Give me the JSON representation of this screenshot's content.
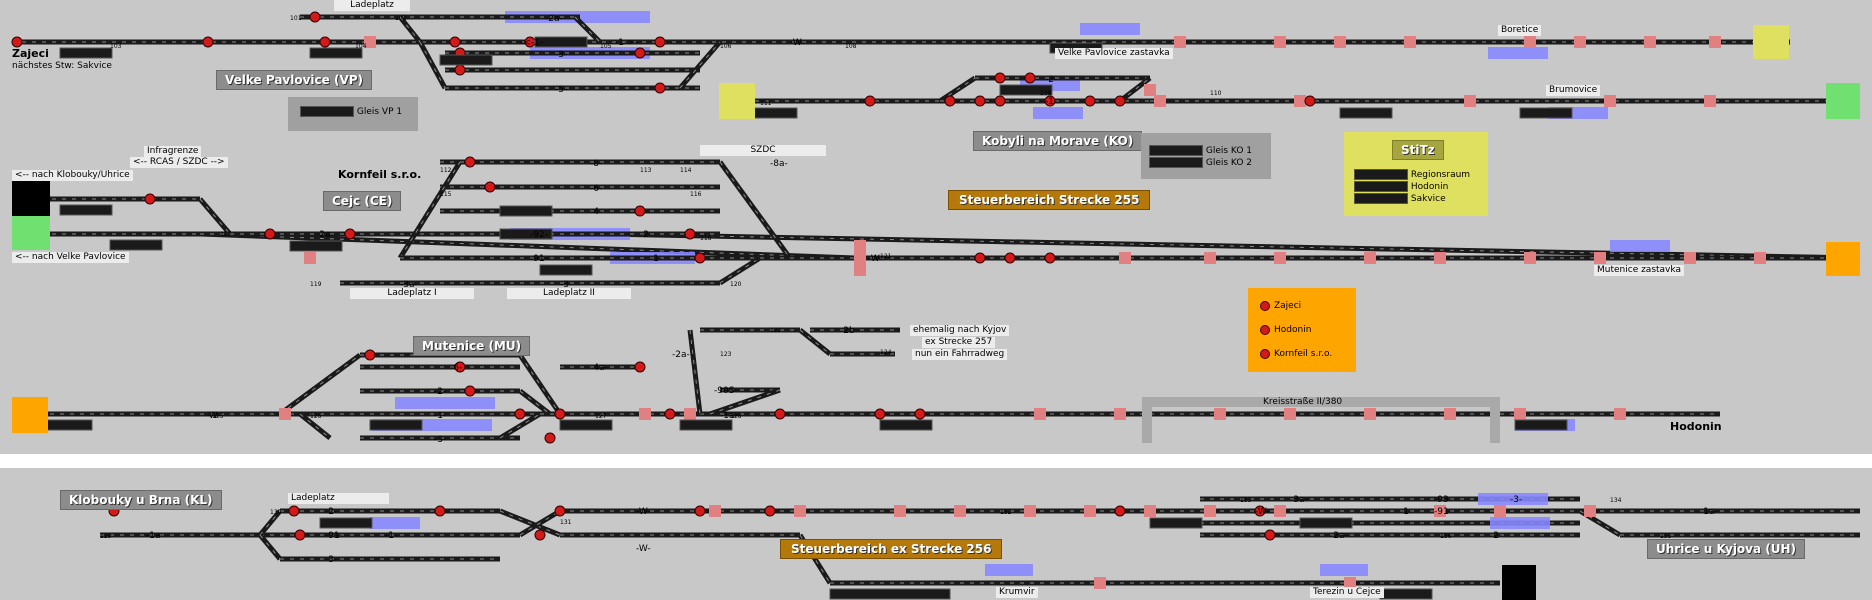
{
  "colors": {
    "background": "#c8c8c8",
    "track": "#1a1a1a",
    "occupied_track": "#8888ff",
    "signal_red": "#d21a1a",
    "signal_green": "#2a8a2a",
    "highlight_yellow": "#e0e060",
    "highlight_green": "#70e070",
    "highlight_orange": "#ffa500",
    "steuerbereich": "#b5780a",
    "station_box": "#8c8c8c"
  },
  "stations": {
    "zajeci": "Zajeci",
    "zajeci_sub": "nächstes Stw: Sakvice",
    "velke_pavlovice": "Velke Pavlovice (VP)",
    "kornfeil": "Kornfeil s.r.o.",
    "cejc": "Cejc (CE)",
    "kobyli": "Kobyli na Morave (KO)",
    "stitz": "StiTz",
    "mutenice": "Mutenice (MU)",
    "hodonin": "Hodonin",
    "klobouky": "Klobouky u Brna (KL)",
    "uhrice": "Uhrice u Kyjova (UH)"
  },
  "labels": {
    "ladeplatz_top": "Ladeplatz",
    "velke_pavlovice_zastavka": "Velke Pavlovice zastavka",
    "boretice": "Boretice",
    "brumovice": "Brumovice",
    "gleis_vp1": "Gleis VP 1",
    "nach_klobouky": "<-- nach Klobouky/Uhrice",
    "nach_velke": "<-- nach Velke Pavlovice",
    "infragrenze": "Infragrenze",
    "rcas_szdc": "<-- RCAS / SZDC -->",
    "szdc": "SZDC",
    "ladeplatz_i": "Ladeplatz I",
    "ladeplatz_ii": "Ladeplatz II",
    "mutenice_zastavka": "Mutenice zastavka",
    "ehemalig": "ehemalig nach Kyjov",
    "ex_strecke": "ex Strecke 257",
    "fahrradweg": "nun ein Fahrradweg",
    "kreisstrasse": "Kreisstraße II/380",
    "ladeplatz_kl": "Ladeplatz",
    "krumvir": "Krumvir",
    "terezin": "Terezin u Cejce"
  },
  "steuerbereiche": {
    "s255": "Steuerbereich Strecke 255",
    "s256": "Steuerbereich ex Strecke 256"
  },
  "panels": {
    "ko_gleise": [
      "Gleis KO 1",
      "Gleis KO 2"
    ],
    "stitz_items": [
      "Regionsraum",
      "Hodonin",
      "Sakvice"
    ],
    "orange_items": [
      "Zajeci",
      "Hodonin",
      "Kornfeil s.r.o."
    ]
  },
  "track_numbers": {
    "vp": [
      "-2a-",
      "-2-",
      "-<-1-",
      "-1->-",
      "-3-",
      "-5-",
      "-W-"
    ],
    "ko": [
      "-2-",
      "-1-"
    ],
    "ce": [
      "-8-",
      "-8a-",
      "-6-",
      "-4-",
      "-2-",
      "-1-",
      "-2a-",
      "-3a-",
      "-3-",
      "-92-",
      "-91-",
      "-W-"
    ],
    "mu": [
      "-6-",
      "-4-",
      "-4a-",
      "-2-",
      "-1-",
      "-3-",
      "-2b-",
      "-2a-",
      "-90S-",
      "-1a-",
      "-W-"
    ],
    "kl": [
      "-2-",
      "-91-",
      "-1-",
      "-1a-",
      "-3-",
      "-W-"
    ],
    "uh": [
      "-3a-",
      "-3-",
      "-93-",
      "-2-",
      "-1-",
      "-91-",
      "-2a-",
      "-1a-",
      "-W-"
    ]
  },
  "signal_numbers": [
    "101",
    "102",
    "103",
    "104",
    "105",
    "106",
    "108",
    "109",
    "110",
    "111",
    "112",
    "113",
    "114",
    "115",
    "116",
    "117",
    "118",
    "119",
    "120",
    "121",
    "122",
    "123",
    "124",
    "125",
    "126",
    "127",
    "128",
    "129",
    "130",
    "131",
    "132",
    "133",
    "134",
    "135",
    "136",
    "137",
    "138",
    "139",
    "140",
    "141",
    "142",
    "143",
    "144",
    "145",
    "146",
    "147",
    "148",
    "150",
    "151",
    "152",
    "153",
    "154",
    "155",
    "156",
    "157",
    "158",
    "159",
    "160",
    "161",
    "162",
    "163",
    "164",
    "165",
    "166",
    "167",
    "168",
    "169",
    "170",
    "171",
    "172",
    "173",
    "174",
    "175",
    "176",
    "177",
    "178",
    "179",
    "180",
    "181",
    "183",
    "184",
    "185",
    "186",
    "187",
    "188",
    "190",
    "191",
    "192",
    "193",
    "194",
    "195",
    "197",
    "198",
    "199",
    "200",
    "201",
    "202",
    "203",
    "204",
    "205",
    "206",
    "207",
    "208",
    "209",
    "211",
    "212",
    "213",
    "214",
    "215",
    "216",
    "219",
    "220",
    "221",
    "222",
    "223",
    "224",
    "225",
    "226",
    "228",
    "229",
    "230",
    "231",
    "232",
    "233",
    "234",
    "235",
    "236",
    "237",
    "238",
    "239",
    "240",
    "241",
    "242",
    "243",
    "244",
    "245",
    "246",
    "247",
    "248",
    "249",
    "250",
    "251",
    "252",
    "253",
    "254",
    "255",
    "256"
  ]
}
